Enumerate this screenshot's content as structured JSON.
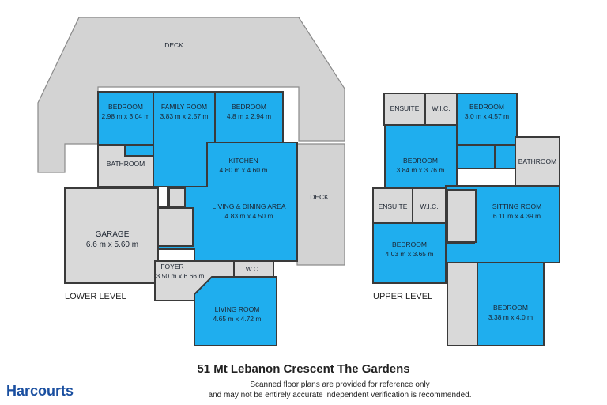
{
  "lower": {
    "level_label": "LOWER LEVEL",
    "deck_top": "DECK",
    "deck_right": "DECK",
    "bedroom_left": {
      "name": "BEDROOM",
      "dims": "2.98 m x 3.04 m"
    },
    "family_room": {
      "name": "FAMILY ROOM",
      "dims": "3.83 m x 2.57 m"
    },
    "bedroom_right": {
      "name": "BEDROOM",
      "dims": "4.8 m x 2.94 m"
    },
    "bathroom": {
      "name": "BATHROOM"
    },
    "kitchen": {
      "name": "KITCHEN",
      "dims": "4.80 m x 4.60 m"
    },
    "living_dining": {
      "name": "LIVING & DINING AREA",
      "dims": "4.83 m x 4.50 m"
    },
    "garage": {
      "name": "GARAGE",
      "dims": "6.6 m x 5.60 m"
    },
    "foyer": {
      "name": "FOYER",
      "dims": "3.50 m x 6.66 m"
    },
    "wc": {
      "name": "W.C."
    },
    "living_room": {
      "name": "LIVING ROOM",
      "dims": "4.65 m x 4.72 m"
    }
  },
  "upper": {
    "level_label": "UPPER LEVEL",
    "ensuite_top": {
      "name": "ENSUITE"
    },
    "wic_top": {
      "name": "W.I.C."
    },
    "bedroom_top": {
      "name": "BEDROOM",
      "dims": "3.0 m x 4.57 m"
    },
    "bedroom_mid": {
      "name": "BEDROOM",
      "dims": "3.84 m x 3.76 m"
    },
    "bathroom": {
      "name": "BATHROOM"
    },
    "ensuite_mid": {
      "name": "ENSUITE"
    },
    "wic_mid": {
      "name": "W.I.C."
    },
    "sitting_room": {
      "name": "SITTING ROOM",
      "dims": "6.11 m x 4.39 m"
    },
    "bedroom_low": {
      "name": "BEDROOM",
      "dims": "4.03 m x 3.65 m"
    },
    "bedroom_bottom": {
      "name": "BEDROOM",
      "dims": "3.38 m x 4.0 m"
    }
  },
  "footer": {
    "address": "51 Mt Lebanon Crescent The Gardens",
    "disclaimer_line1": "Scanned floor plans are provided for reference only",
    "disclaimer_line2": "and may not be entirely accurate independent verification is recommended.",
    "brand": "Harcourts"
  },
  "colors": {
    "room": "#1faeee",
    "wet_area": "#d9d9d9",
    "deck": "#d3d3d3",
    "brand": "#1a4fa0"
  }
}
